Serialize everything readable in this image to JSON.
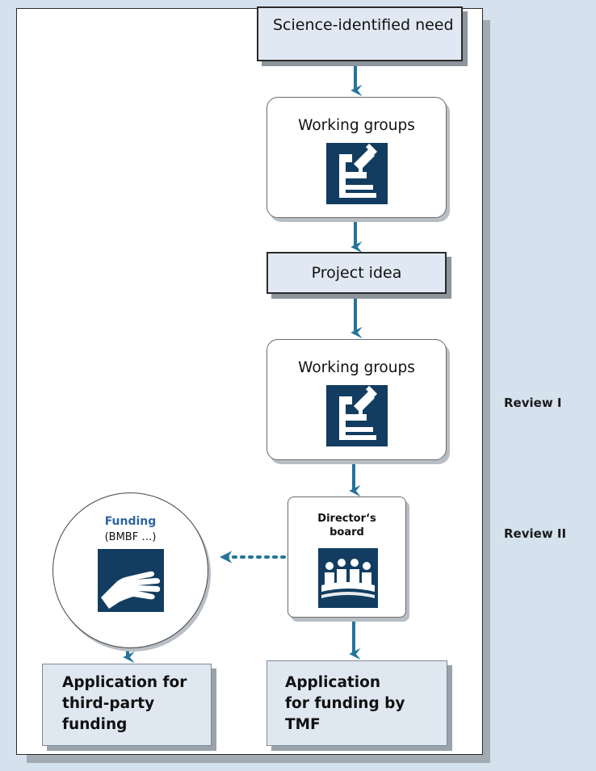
{
  "nodes": {
    "science_need": "Science-identified need",
    "working_groups_1": "Working groups",
    "project_idea": "Project idea",
    "working_groups_2": "Working groups",
    "directors_board": "Director‘s board",
    "funding_title": "Funding",
    "funding_sub": "(BMBF …)",
    "app_third_party": "Application for third-party funding",
    "app_tmf": "Application for funding by TMF"
  },
  "side_labels": {
    "review_1": "Review I",
    "review_2": "Review II"
  },
  "icons": {
    "working_groups_1": "microscope-icon",
    "working_groups_2": "microscope-icon",
    "directors_board": "meeting-icon",
    "funding": "hand-icon"
  },
  "colors": {
    "background": "#d5e1ed",
    "box_fill": "#e0e9f3",
    "icon_tile": "#123d60",
    "arrow": "#24749a",
    "funding_title": "#2f63a0"
  }
}
